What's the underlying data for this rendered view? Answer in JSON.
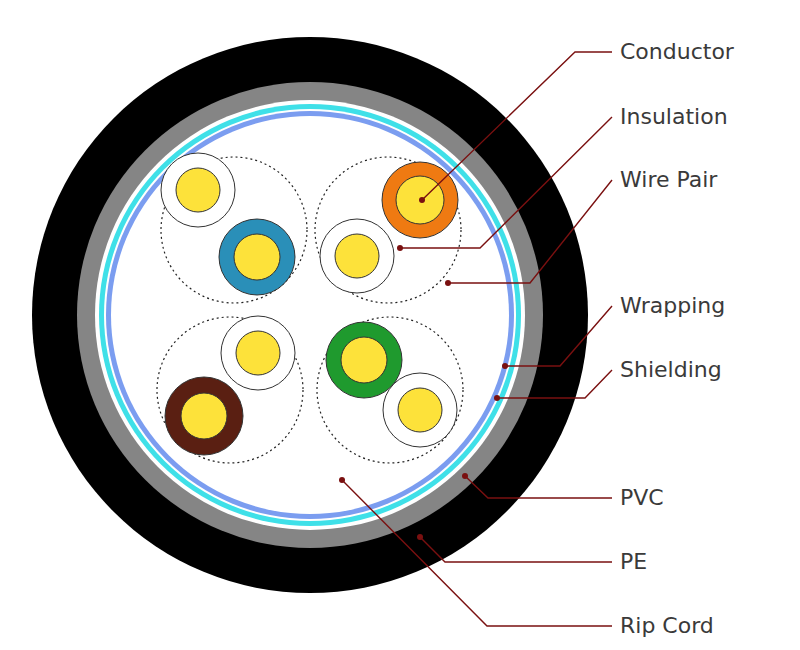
{
  "diagram": {
    "labels": [
      "Conductor",
      "Insulation",
      "Wire Pair",
      "Wrapping",
      "Shielding",
      "PVC",
      "PE",
      "Rip Cord"
    ]
  }
}
